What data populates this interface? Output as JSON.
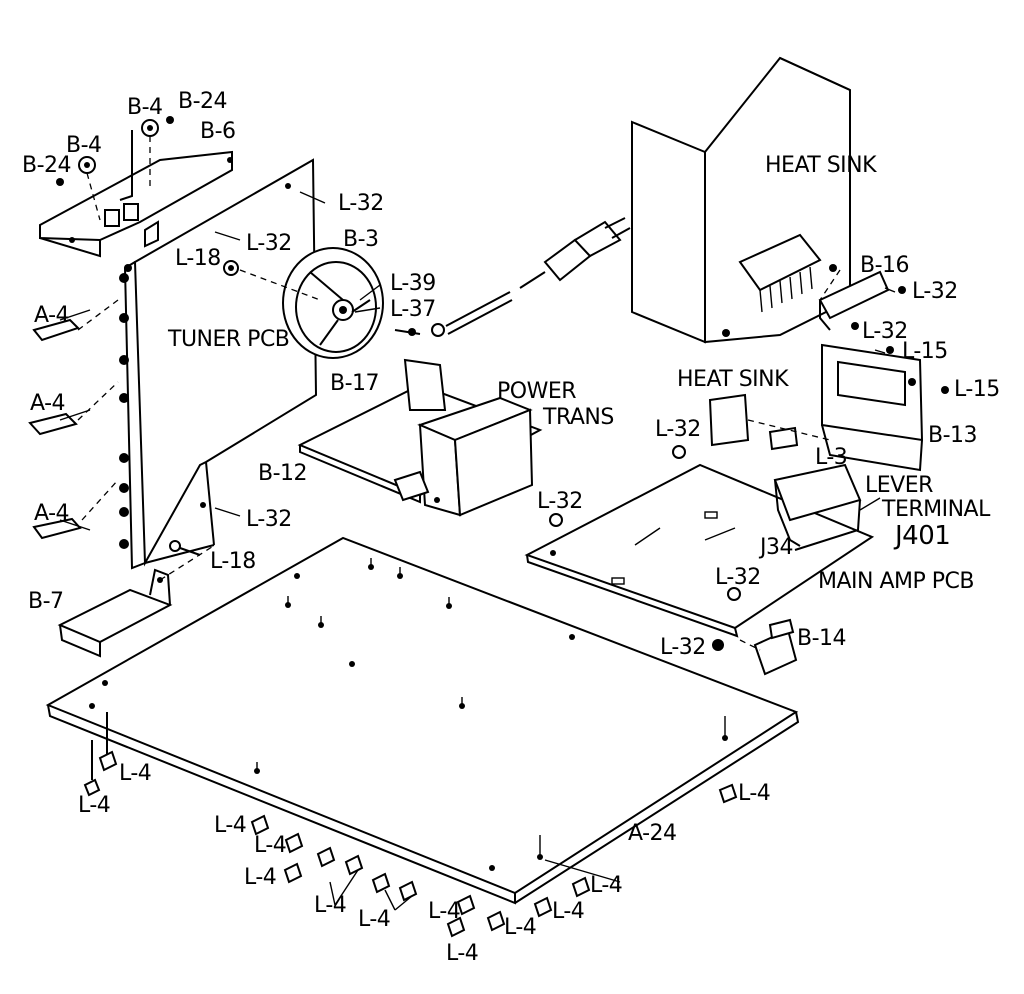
{
  "labels": {
    "b24_top": "B-24",
    "b4_top": "B-4",
    "b4_left": "B-4",
    "b24_left": "B-24",
    "b6": "B-6",
    "l32_top": "L-32",
    "l32_b": "L-32",
    "l18_top": "L-18",
    "b3": "B-3",
    "l39": "L-39",
    "l37": "L-37",
    "tuner_pcb": "TUNER  PCB",
    "a4_1": "A-4",
    "a4_2": "A-4",
    "a4_3": "A-4",
    "b17": "B-17",
    "power": "POWER",
    "trans": "TRANS",
    "b12": "B-12",
    "l32_c": "L-32",
    "l18_bottom": "L-18",
    "b7": "B-7",
    "heat_sink_top": "HEAT  SINK",
    "b16": "B-16",
    "l32_d": "L-32",
    "l32_e": "L-32",
    "l15_a": "L-15",
    "l15_b": "L-15",
    "heat_sink_mid": "HEAT  SINK",
    "b13": "B-13",
    "l32_f": "L-32",
    "l3": "L-3",
    "lever": "LEVER",
    "terminal": "TERMINAL",
    "j401": "J401",
    "l32_g": "L-32",
    "j34": "J34",
    "l32_h": "L-32",
    "main_amp_pcb": "MAIN AMP PCB",
    "l32_i": "L-32",
    "b14": "B-14",
    "a24": "A-24",
    "l4_a": "L-4",
    "l4_b": "L-4",
    "l4_c": "L-4",
    "l4_d": "L-4",
    "l4_e": "L-4",
    "l4_f": "L-4",
    "l4_g": "L-4",
    "l4_h": "L-4",
    "l4_i": "L-4",
    "l4_j": "L-4",
    "l4_k": "L-4",
    "l4_l": "L-4",
    "l4_m": "L-4"
  }
}
